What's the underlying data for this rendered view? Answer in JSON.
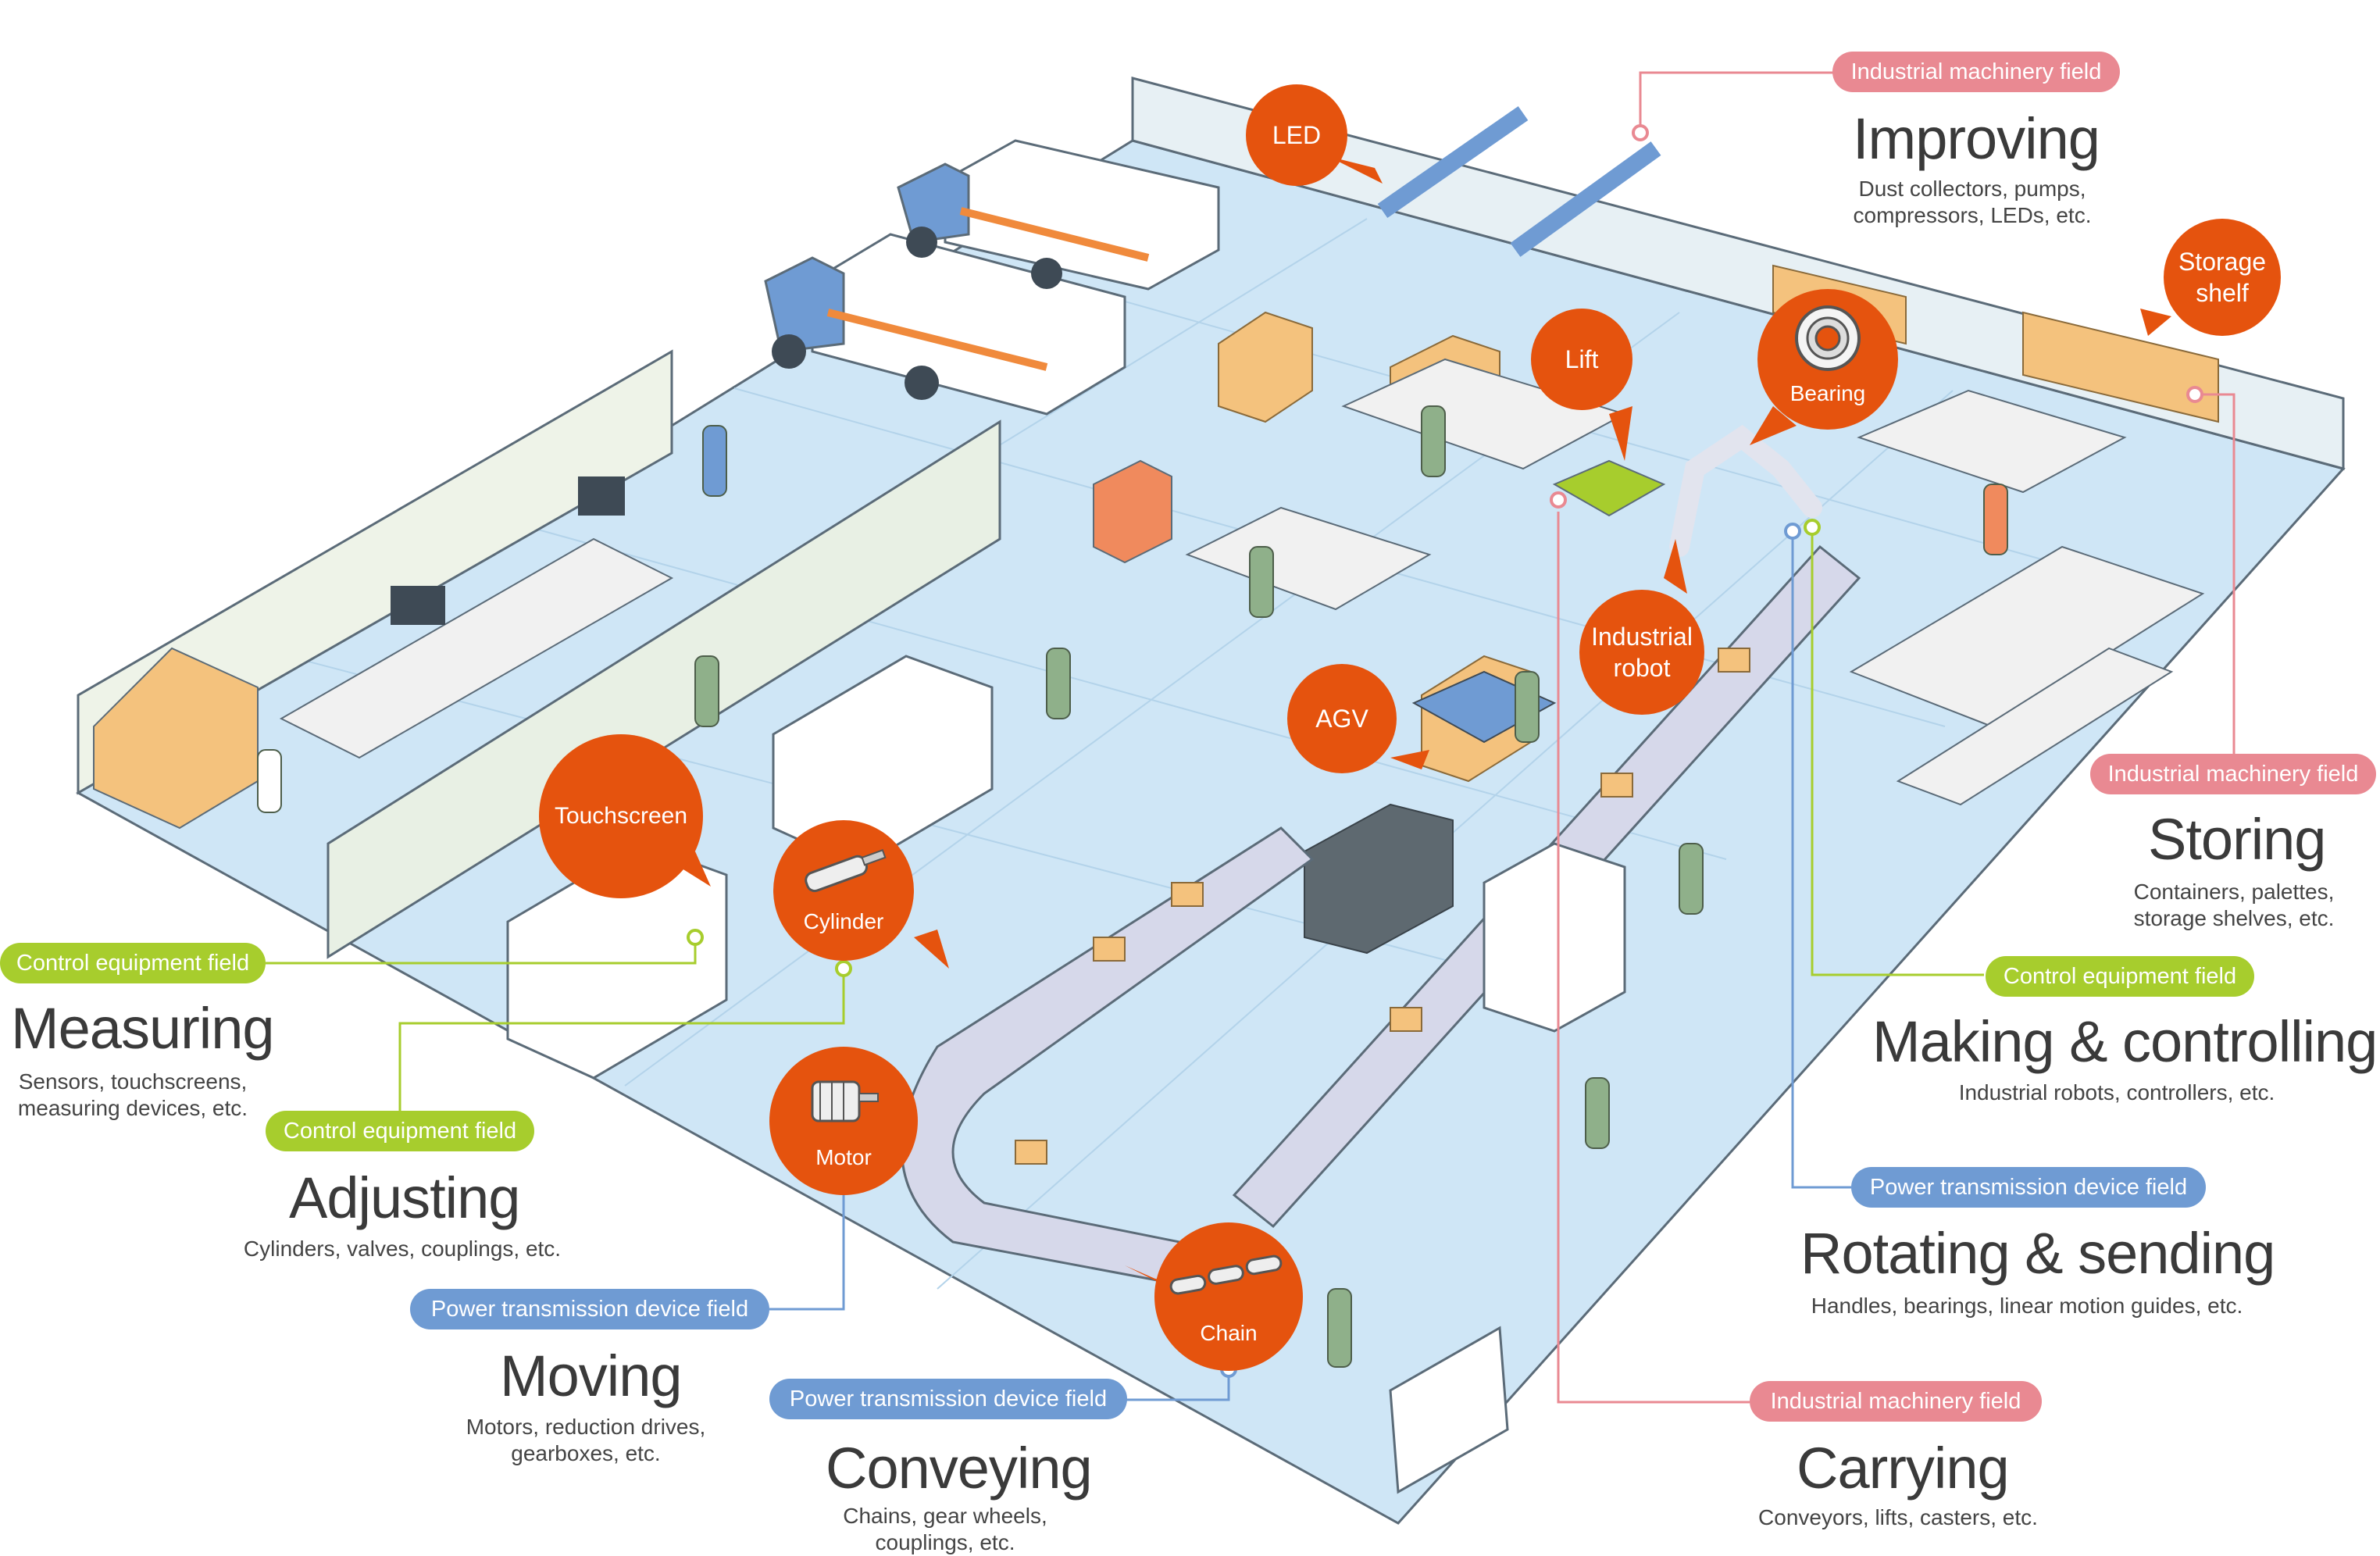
{
  "colors": {
    "control": "#a7cd2d",
    "industrial": "#e98992",
    "power": "#6f9bd3",
    "bubble": "#e5530e",
    "floor": "#cfe6f6",
    "wall": "#e7f0f4"
  },
  "sections": {
    "improving": {
      "field": "Industrial machinery field",
      "heading": "Improving",
      "desc": "Dust collectors, pumps,\ncompressors, LEDs, etc."
    },
    "storing": {
      "field": "Industrial machinery field",
      "heading": "Storing",
      "desc": "Containers, palettes,\nstorage shelves, etc."
    },
    "making": {
      "field": "Control equipment field",
      "heading": "Making & controlling",
      "desc": "Industrial robots, controllers, etc."
    },
    "rotating": {
      "field": "Power transmission device field",
      "heading": "Rotating & sending",
      "desc": "Handles, bearings, linear motion guides, etc."
    },
    "carrying": {
      "field": "Industrial machinery field",
      "heading": "Carrying",
      "desc": "Conveyors, lifts, casters, etc."
    },
    "measuring": {
      "field": "Control equipment field",
      "heading": "Measuring",
      "desc": "Sensors, touchscreens,\nmeasuring devices, etc."
    },
    "adjusting": {
      "field": "Control equipment field",
      "heading": "Adjusting",
      "desc": "Cylinders, valves, couplings, etc."
    },
    "moving": {
      "field": "Power transmission device field",
      "heading": "Moving",
      "desc": "Motors, reduction drives,\ngearboxes, etc."
    },
    "conveying": {
      "field": "Power transmission device field",
      "heading": "Conveying",
      "desc": "Chains, gear wheels,\ncouplings, etc."
    }
  },
  "bubbles": {
    "led": "LED",
    "lift": "Lift",
    "bearing": "Bearing",
    "storage_shelf": "Storage\nshelf",
    "industrial_robot": "Industrial\nrobot",
    "agv": "AGV",
    "touchscreen": "Touchscreen",
    "cylinder": "Cylinder",
    "motor": "Motor",
    "chain": "Chain"
  }
}
